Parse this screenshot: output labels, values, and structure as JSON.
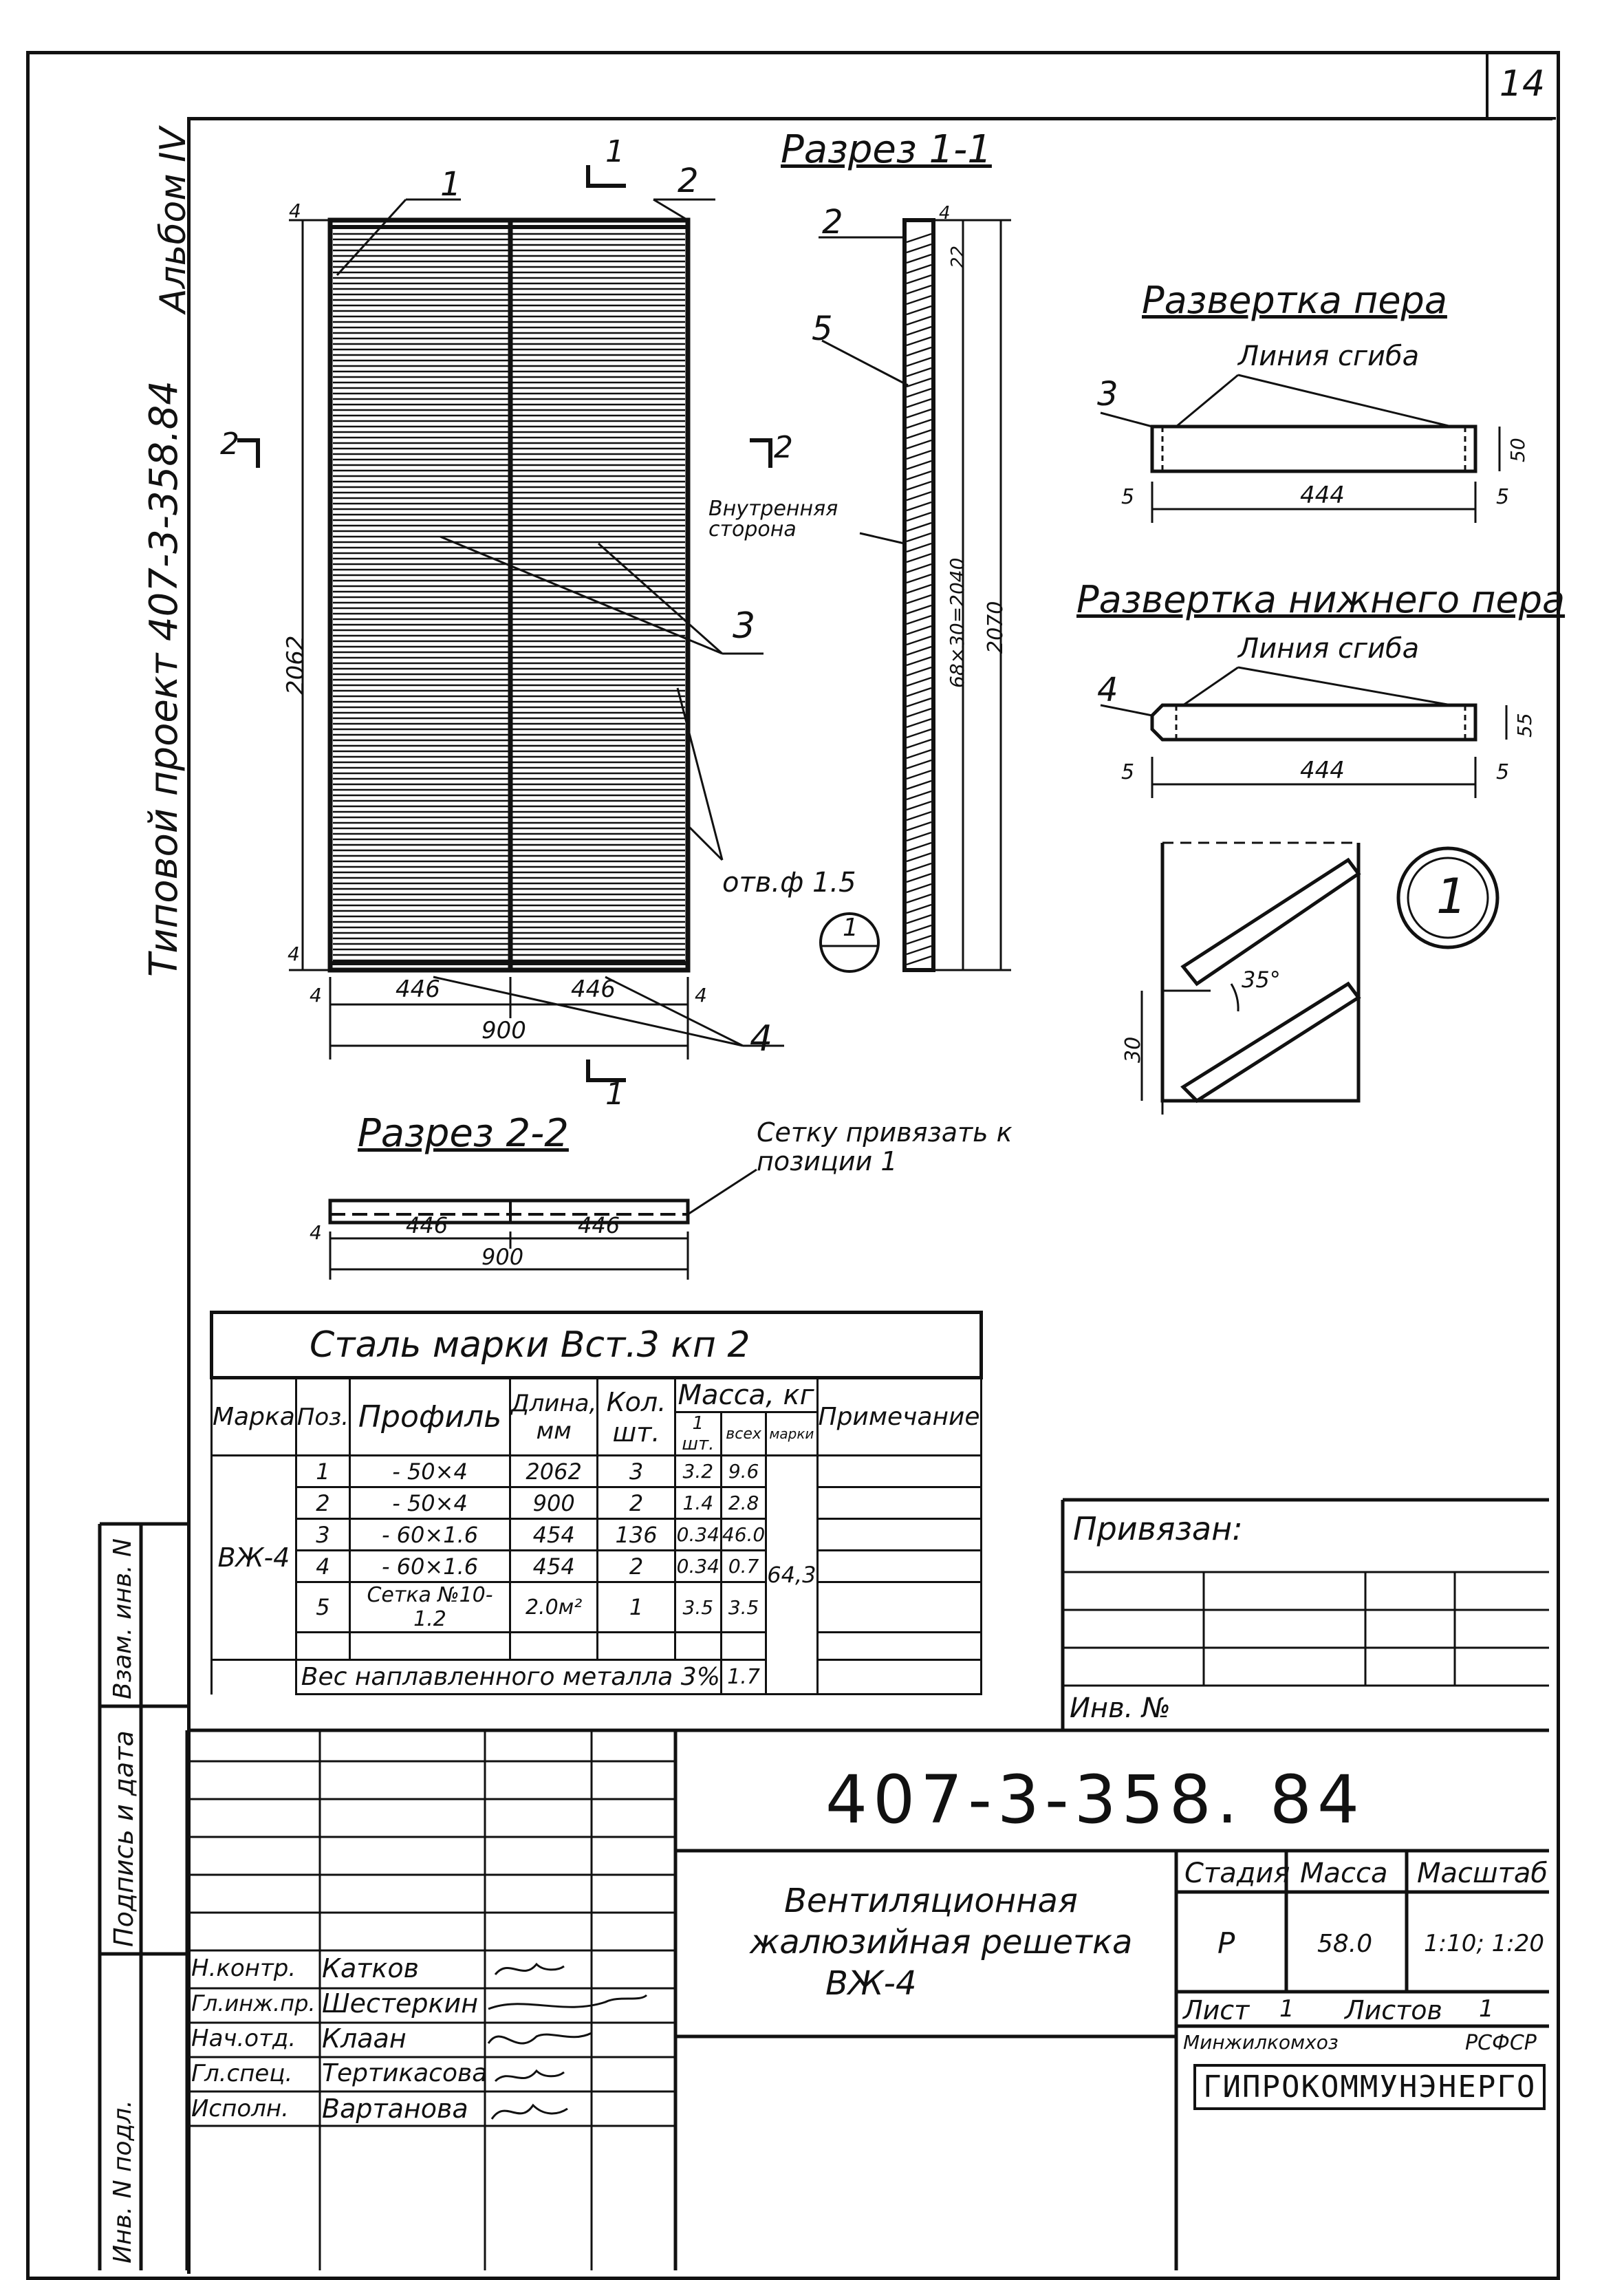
{
  "sheet_number": "14",
  "album": "Альбом IV",
  "project_vertical": "Типовой проект 407-3-358.84",
  "drawing": {
    "callout_1_top": "1",
    "callout_1_bottom": "1",
    "callout_2_left": "2",
    "callout_2_right": "2",
    "pos1": "1",
    "pos2": "2",
    "pos3": "3",
    "pos4": "4",
    "height_dim": "2062",
    "dim_4": "4",
    "width_part_1": "446",
    "width_part_2": "446",
    "width_total": "900",
    "holes_note": "отв.ф 1.5",
    "detail_mark": "1"
  },
  "section_1_1": {
    "title": "Разрез 1-1",
    "pos2": "2",
    "pos5": "5",
    "inner_side": "Внутренняя сторона",
    "dim_pitch": "68×30=2040",
    "dim_total": "2070",
    "dim_top": "22",
    "dim_4": "4"
  },
  "unfold_blade": {
    "title": "Развертка пера",
    "fold_line": "Линия сгиба",
    "pos": "3",
    "length": "444",
    "edge_left": "5",
    "edge_right": "5",
    "height": "50"
  },
  "unfold_lower_blade": {
    "title": "Развертка нижнего пера",
    "fold_line": "Линия сгиба",
    "pos": "4",
    "length": "444",
    "edge_left": "5",
    "edge_right": "5",
    "height": "55"
  },
  "detail_1": {
    "mark": "1",
    "angle": "35°",
    "dim": "30"
  },
  "section_2_2": {
    "title": "Разрез 2-2",
    "note": "Сетку привязать к позиции 1",
    "width_part_1": "446",
    "width_part_2": "446",
    "width_total": "900",
    "dim_4": "4"
  },
  "spec_table": {
    "title": "Сталь марки Вст.3 кп 2",
    "headers": {
      "mark": "Марка",
      "pos": "Поз.",
      "profile": "Профиль",
      "length": "Длина, мм",
      "qty": "Кол. шт.",
      "mass": "Масса, кг",
      "mass_one": "1 шт.",
      "mass_all": "всех",
      "mass_mark": "марки",
      "note": "Примечание"
    },
    "mark_value": "ВЖ-4",
    "mark_mass": "64,3",
    "rows": [
      {
        "pos": "1",
        "profile": "- 50×4",
        "length": "2062",
        "qty": "3",
        "one": "3.2",
        "all": "9.6"
      },
      {
        "pos": "2",
        "profile": "- 50×4",
        "length": "900",
        "qty": "2",
        "one": "1.4",
        "all": "2.8"
      },
      {
        "pos": "3",
        "profile": "- 60×1.6",
        "length": "454",
        "qty": "136",
        "one": "0.34",
        "all": "46.0"
      },
      {
        "pos": "4",
        "profile": "- 60×1.6",
        "length": "454",
        "qty": "2",
        "one": "0.34",
        "all": "0.7"
      },
      {
        "pos": "5",
        "profile": "Сетка №10-1.2",
        "length": "2.0м²",
        "qty": "1",
        "one": "3.5",
        "all": "3.5"
      }
    ],
    "weld_label": "Вес наплавленного металла 3%",
    "weld_value": "1.7"
  },
  "binding": {
    "label": "Привязан:",
    "inv_label": "Инв. №"
  },
  "left_stamps": {
    "vzam": "Взам. инв. N",
    "sign_date": "Подпись и дата",
    "inv_orig": "Инв. N подл."
  },
  "title_block": {
    "code": "407-3-358. 84",
    "name_line1": "Вентиляционная",
    "name_line2": "жалюзийная решетка",
    "name_line3": "ВЖ-4",
    "stage_label": "Стадия",
    "mass_label": "Масса",
    "scale_label": "Масштаб",
    "stage": "Р",
    "mass": "58.0",
    "scale": "1:10; 1:20",
    "sheet_label": "Лист",
    "sheet": "1",
    "sheets_label": "Листов",
    "sheets": "1",
    "ministry": "Минжилкомхоз",
    "republic": "РСФСР",
    "org": "ГИПРОКОММУНЭНЕРГО",
    "signers": [
      {
        "role": "Н.контр.",
        "name": "Катков"
      },
      {
        "role": "Гл.инж.пр.",
        "name": "Шестеркин"
      },
      {
        "role": "Нач.отд.",
        "name": "Клаан"
      },
      {
        "role": "Гл.спец.",
        "name": "Тертикасова"
      },
      {
        "role": "Исполн.",
        "name": "Вартанова"
      }
    ]
  }
}
